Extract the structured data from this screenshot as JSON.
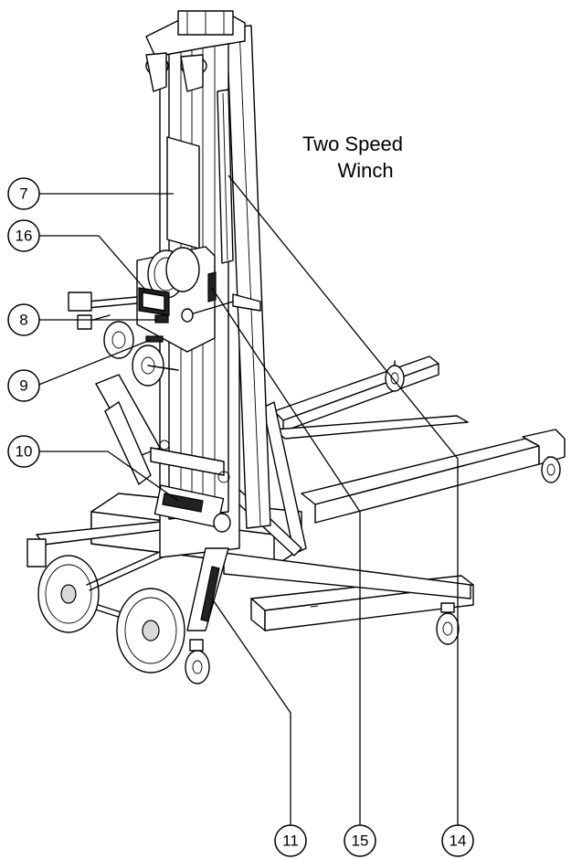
{
  "title": {
    "line1": "Two Speed",
    "line2": "Winch"
  },
  "callouts": [
    {
      "id": "c7",
      "label": "7"
    },
    {
      "id": "c16",
      "label": "16"
    },
    {
      "id": "c8",
      "label": "8"
    },
    {
      "id": "c9",
      "label": "9"
    },
    {
      "id": "c10",
      "label": "10"
    },
    {
      "id": "c11",
      "label": "11"
    },
    {
      "id": "c15",
      "label": "15"
    },
    {
      "id": "c14",
      "label": "14"
    }
  ]
}
